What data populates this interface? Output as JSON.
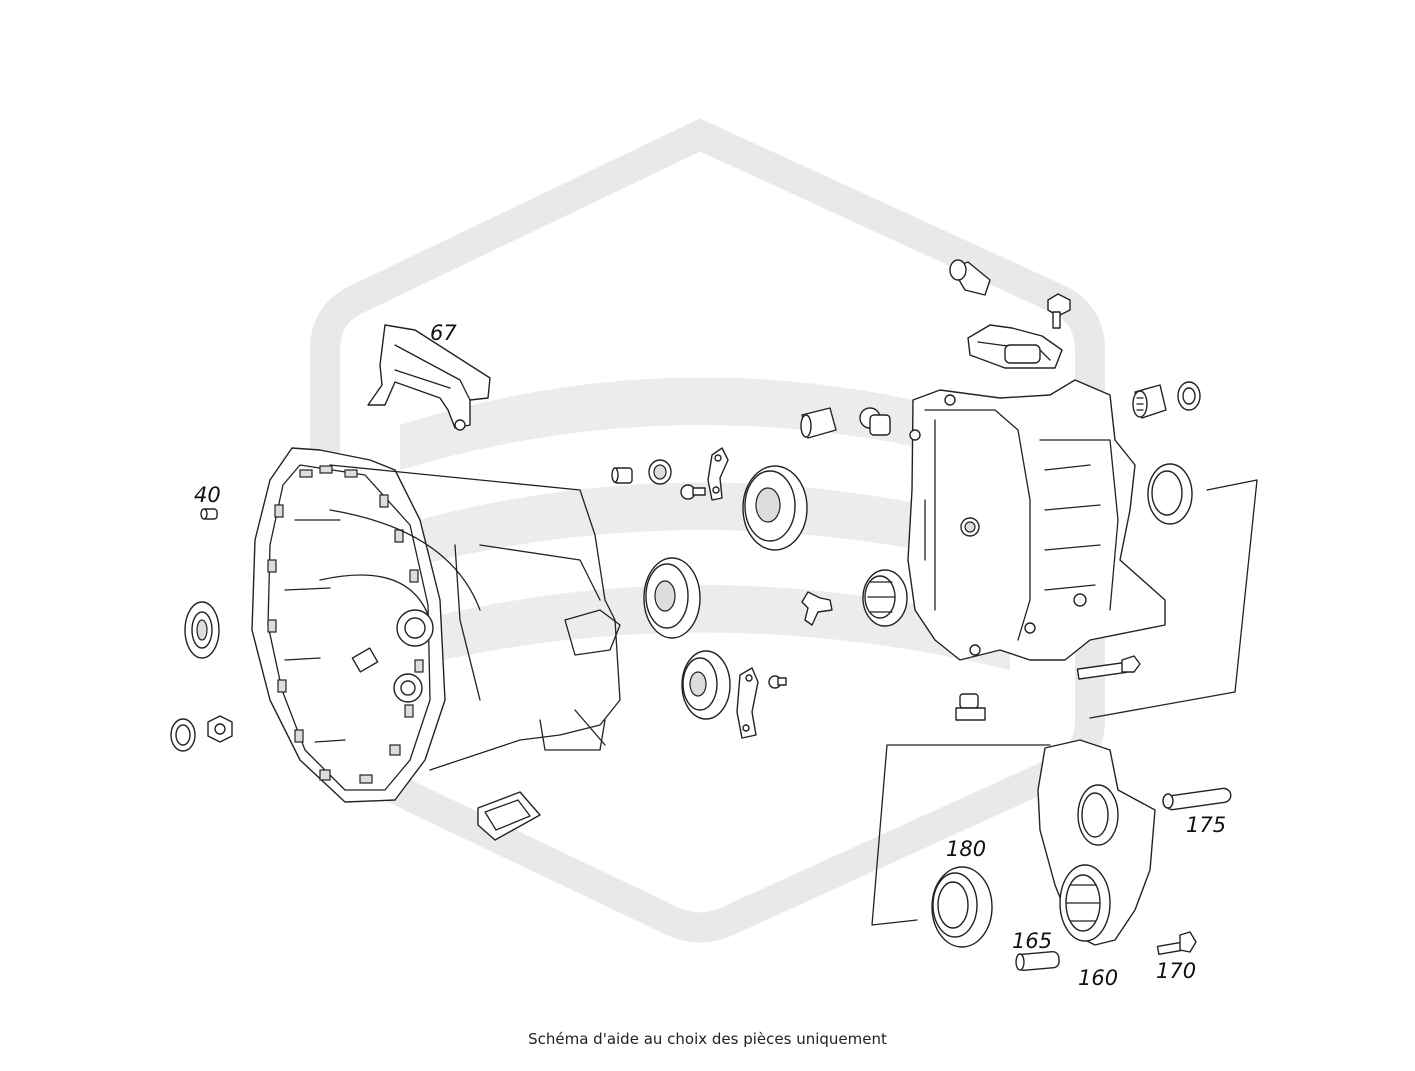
{
  "diagram": {
    "callouts": [
      {
        "id": "40",
        "label": "40"
      },
      {
        "id": "67",
        "label": "67"
      },
      {
        "id": "160",
        "label": "160"
      },
      {
        "id": "165",
        "label": "165"
      },
      {
        "id": "170",
        "label": "170"
      },
      {
        "id": "175",
        "label": "175"
      },
      {
        "id": "180",
        "label": "180"
      }
    ]
  },
  "caption": "Schéma d'aide au choix des pièces uniquement",
  "colors": {
    "line": "#222222",
    "watermark": "#e9e9e9",
    "background": "#ffffff"
  },
  "watermark": {
    "icon": "brand-watermark-icon"
  }
}
